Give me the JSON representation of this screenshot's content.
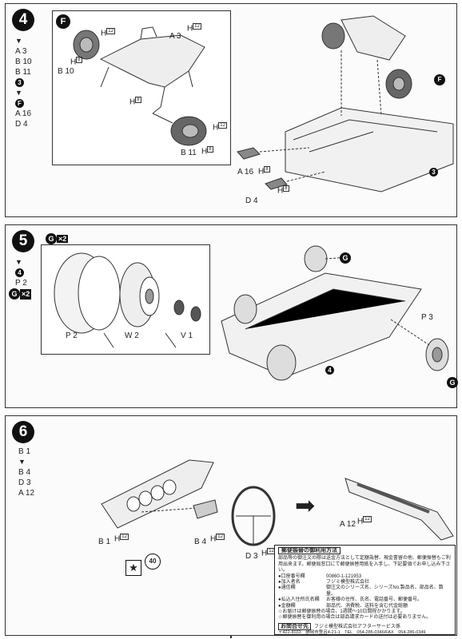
{
  "step4": {
    "number": "4",
    "sequence": [
      "A 3",
      "B 10",
      "B 11",
      "3",
      "F",
      "A 16",
      "D 4"
    ],
    "inset_badge": "F",
    "labels": {
      "a3": "A 3",
      "b10": "B 10",
      "b11": "B 11",
      "a16": "A 16",
      "d4": "D 4",
      "ref3": "3",
      "refF": "F",
      "size8": "8",
      "size12": "12"
    }
  },
  "step5": {
    "number": "5",
    "sequence": [
      "4",
      "P 2"
    ],
    "multiplier_badge": "G",
    "multiplier": "×2",
    "labels": {
      "p2": "P 2",
      "w2": "W 2",
      "v1": "V 1",
      "p3": "P 3",
      "ref4": "4",
      "refG": "G"
    }
  },
  "step6": {
    "number": "6",
    "sequence": [
      "B 1",
      "B 4",
      "D 3",
      "A 12"
    ],
    "labels": {
      "b1": "B 1",
      "b4": "B 4",
      "d3": "D 3",
      "a12": "A 12",
      "size12": "12",
      "paint40": "40",
      "star": "★"
    }
  },
  "postal_box": {
    "title": "郵便振替の御利用方法",
    "intro": "部品等の御注文の際は送金方法として定額為替、現金書留の他、郵便振替もご利用出来ます。郵便局窓口にて郵便振替用紙を入手し、下記要領でお申し込み下さい。",
    "rows": [
      {
        "key": "●口座番号欄",
        "value": "00860-1-121953"
      },
      {
        "key": "●加入者名",
        "value": "フジミ模型株式会社"
      },
      {
        "key": "●通信欄",
        "value": "御注文のシリーズ名、シリーズNo.製品名、部品名、数量。"
      },
      {
        "key": "●払込人住所氏名欄",
        "value": "お客様の住所、氏名、電話番号、郵便番号。"
      },
      {
        "key": "●金額欄",
        "value": "部品代、消費税、送料を含む代金総額"
      }
    ],
    "notes": [
      "☆お届けは郵便振替の場合、1週間〜10日間程かかります。",
      "☆郵便振替を御利用の場合は部品請求カードの送付は必要ありません。"
    ],
    "contact_title": "お問合せ先",
    "contact_name": "フジミ模型株式会社アフターサービス係",
    "address": "〒422-8033　静岡市登呂4-21-1　TEL　054-285-0346/FAX　054-286-0349"
  }
}
